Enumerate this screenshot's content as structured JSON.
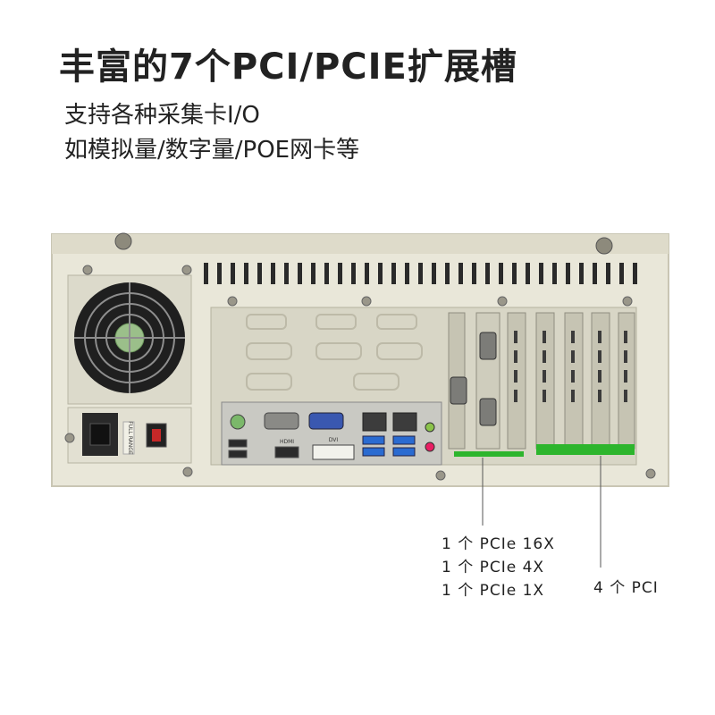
{
  "headline": "丰富的7个PCI/PCIE扩展槽",
  "subtitle_lines": [
    "支持各种采集卡I/O",
    "如模拟量/数字量/POE网卡等"
  ],
  "chassis_labels": {
    "psu_rating": "FULL RANGE",
    "hdmi": "HDMI",
    "dvi": "DVI"
  },
  "callouts": {
    "pcie": [
      "1 个 PCIe 16X",
      "1 个 PCIe 4X",
      "1 个 PCIe 1X"
    ],
    "pci": "4 个 PCI"
  },
  "colors": {
    "chassis": "#e9e7d9",
    "chassis_edge": "#c9c6b4",
    "slot_highlight": "#2db52d",
    "text": "#222222"
  }
}
